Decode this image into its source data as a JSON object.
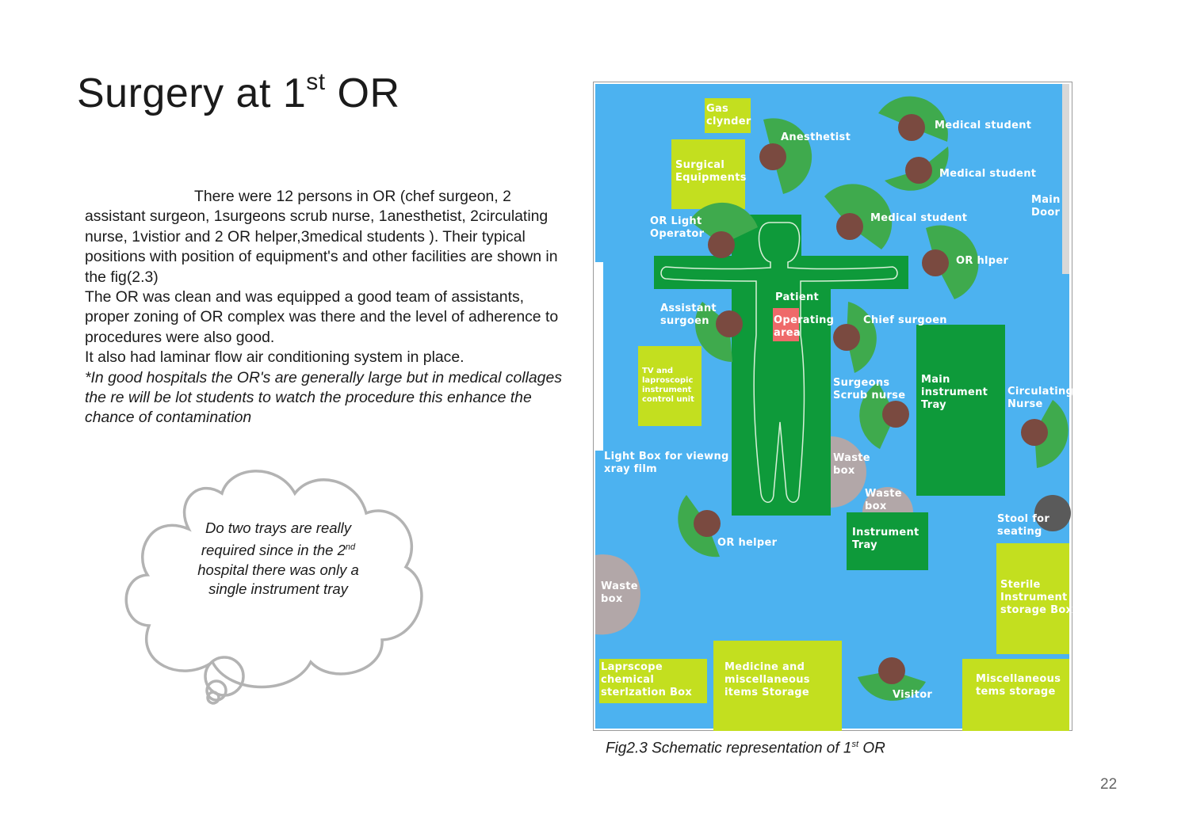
{
  "slide": {
    "title_main": "Surgery at 1",
    "title_sup": "st",
    "title_end": " OR",
    "paragraph_1": "There were 12 persons in OR (chef surgeon, 2 assistant surgeon, 1surgeons scrub nurse, 1anesthetist, 2circulating nurse, 1vistior and 2 OR helper,3medical students ). Their typical positions with position of equipment's and other facilities are shown in the fig(2.3)",
    "paragraph_2": "The OR was clean and was equipped a good team of assistants, proper zoning of OR complex was there and  the level of adherence to procedures were also good.",
    "paragraph_3": "It also had laminar flow air conditioning system in place.",
    "note": "*In good hospitals the OR's are generally large but in medical collages the re will be lot students to  watch the procedure this enhance the chance of contamination",
    "page_number": "22"
  },
  "thought_bubble": {
    "line_1": "Do two trays are really required  since in the",
    "ordinal_num": "2",
    "ordinal_sup": "nd",
    "line_2": " hospital  there was only a single instrument tray"
  },
  "caption": {
    "prefix": "Fig2.3 Schematic representation of 1",
    "sup": "st",
    "suffix": " OR"
  },
  "diagram": {
    "colors": {
      "floor": "#4cb2f0",
      "equipment": "#c3df1f",
      "table": "#0e9a3a",
      "person_head": "#7a4a40",
      "person_arc": "#3faa4d",
      "waste": "#b2a7a8",
      "operating_area": "#ef6a6a",
      "stool": "#5a5a5a"
    },
    "labels": {
      "gas_cylinder": [
        "Gas",
        "clynder"
      ],
      "surgical_equipments": [
        "Surgical",
        "Equipments"
      ],
      "anesthetist": "Anesthetist",
      "medical_student_1": "Medical student",
      "medical_student_2": "Medical student",
      "medical_student_3": "Medical student",
      "main_door": [
        "Main",
        "Door"
      ],
      "or_light_operator": [
        "OR Light",
        "Operator"
      ],
      "or_hlper": "OR hlper",
      "patient": "Patient",
      "operating_area": [
        "Operating",
        "area"
      ],
      "assistant_surgoen": [
        "Assistant",
        "surgoen"
      ],
      "chief_surgoen": "Chief surgoen",
      "tv_unit": [
        "TV and",
        "laproscopic",
        "instrument",
        "control unit"
      ],
      "surgeons_scrub_nurse": [
        "Surgeons",
        "Scrub nurse"
      ],
      "main_instrument_tray": [
        "Main",
        "instrument",
        "Tray"
      ],
      "circulating_nurse": [
        "Circulating",
        "Nurse"
      ],
      "light_box": [
        "Light Box for viewng",
        "xray film"
      ],
      "waste_box_1": [
        "Waste",
        "box"
      ],
      "waste_box_2": [
        "Waste",
        "box"
      ],
      "waste_box_3": [
        "Waste",
        "box"
      ],
      "or_helper": "OR helper",
      "instrument_tray": [
        "Instrument",
        "Tray"
      ],
      "stool": [
        "Stool for",
        "seating"
      ],
      "sterile_storage": [
        "Sterile",
        "Instrument",
        "storage Box"
      ],
      "laprscope_box": [
        "Laprscope",
        "chemical",
        "sterlzation Box"
      ],
      "medicine_storage": [
        "Medicine and",
        "miscellaneous",
        "items Storage"
      ],
      "visitor": "Visitor",
      "misc_storage": [
        "Miscellaneous",
        "tems storage"
      ]
    }
  }
}
